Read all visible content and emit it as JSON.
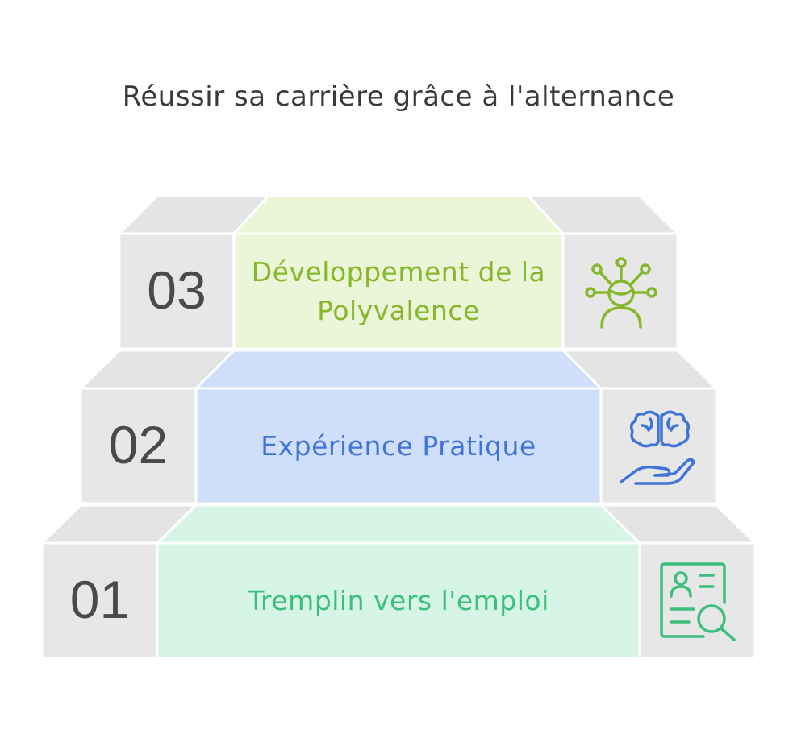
{
  "title": "Réussir sa carrière grâce à l'alternance",
  "steps": [
    {
      "number": "01",
      "label": "Tremplin vers l'emploi",
      "color": "#3cbf7c",
      "fill": "#d6f5e6",
      "top_fill": "#d6f5e6",
      "icon": "resume-search-icon"
    },
    {
      "number": "02",
      "label": "Expérience Pratique",
      "color": "#3f74d8",
      "fill": "#cfdefb",
      "top_fill": "#cfdefb",
      "icon": "brain-hand-icon"
    },
    {
      "number": "03",
      "label": "Développement de la Polyvalence",
      "color": "#87b82c",
      "fill": "#eaf6d7",
      "top_fill": "#eaf6d7",
      "icon": "person-network-icon"
    }
  ],
  "colors": {
    "gray": "#e7e7e7",
    "edge": "#ffffff"
  }
}
